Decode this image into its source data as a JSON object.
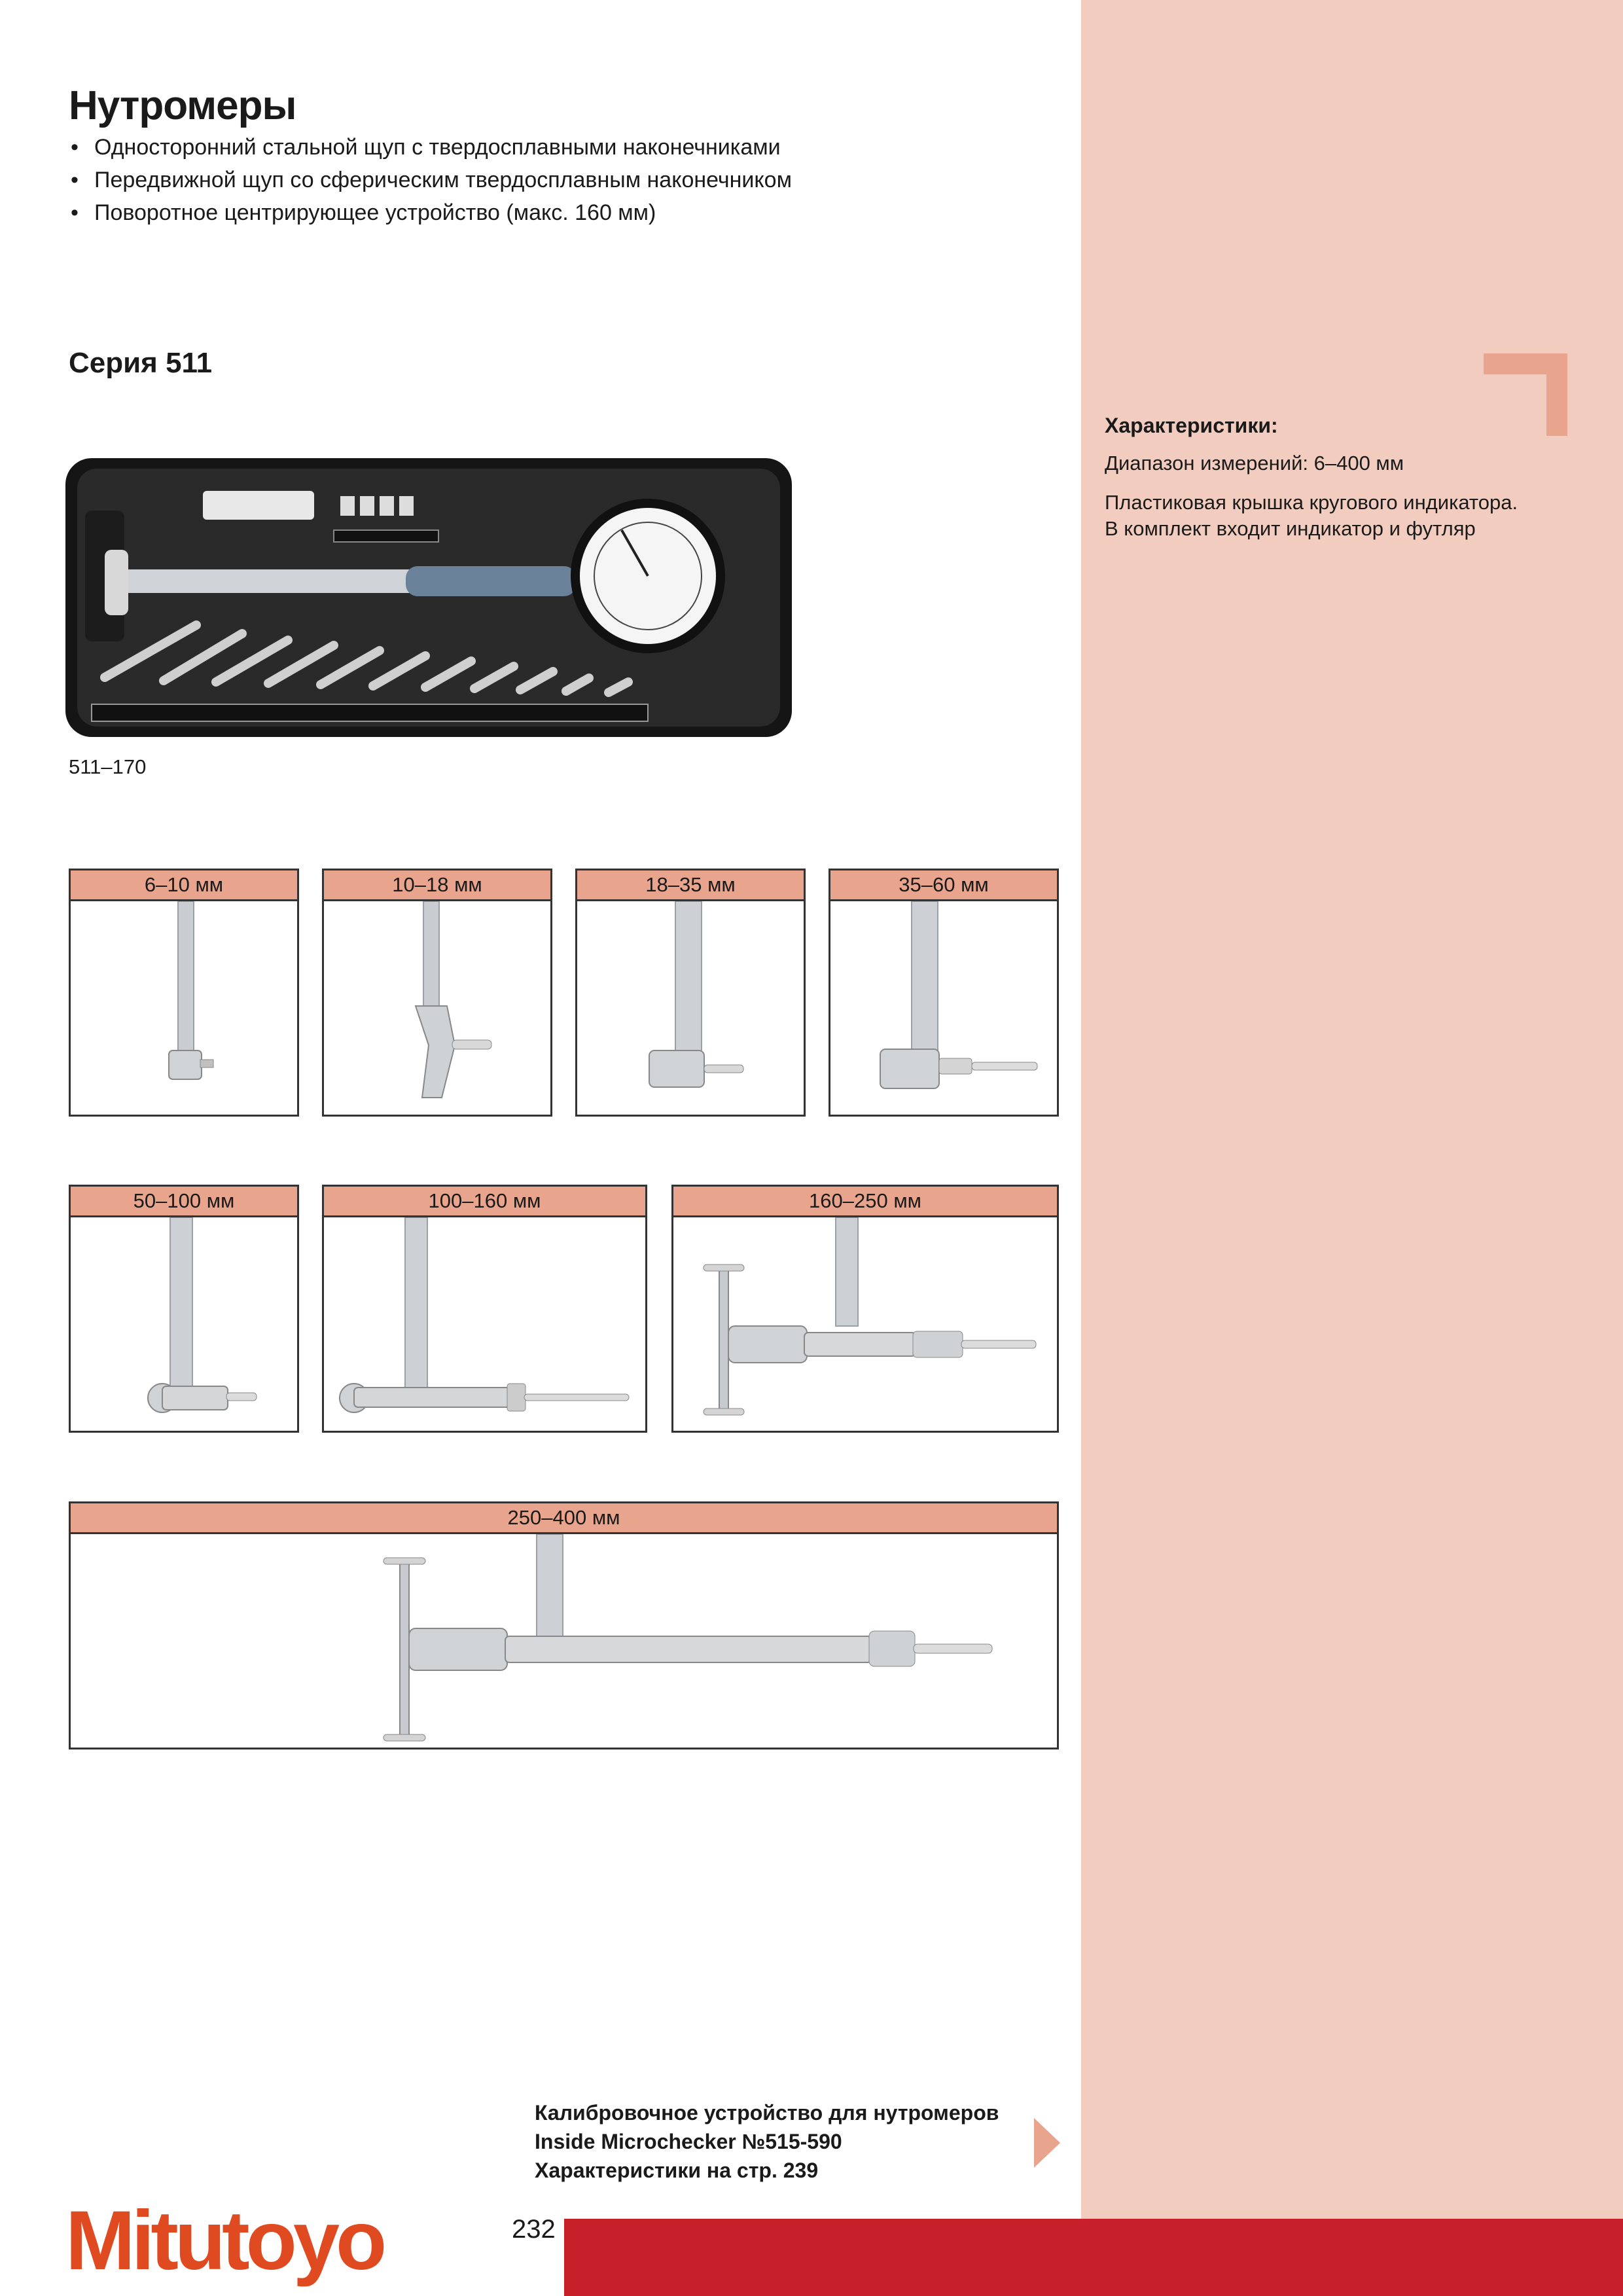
{
  "title": "Нутромеры",
  "features": [
    "Односторонний стальной щуп с твердосплавными наконечниками",
    "Передвижной щуп со сферическим твердосплавным наконечником",
    "Поворотное центрирующее устройство (макс. 160 мм)"
  ],
  "series_title": "Серия 511",
  "kit_image_label": "511–170",
  "specs": {
    "heading": "Характеристики:",
    "range": "Диапазон измерений:  6–400 мм",
    "cover_line1": "Пластиковая крышка кругового индикатора.",
    "cover_line2": "В комплект входит индикатор и футляр"
  },
  "ranges": [
    "6–10 мм",
    "10–18 мм",
    "18–35 мм",
    "35–60 мм",
    "50–100 мм",
    "100–160 мм",
    "160–250 мм",
    "250–400 мм"
  ],
  "calibration": {
    "line1": "Калибровочное устройство для нутромеров",
    "line2": "Inside Microchecker №515-590",
    "line3": "Характеристики на стр. 239"
  },
  "logo_text": "Mitutoyo",
  "page_number": "232",
  "colors": {
    "sidebar": "#f2cdbf",
    "header_cell": "#e8a48c",
    "brand": "#e04a20",
    "footer_bar": "#c8202a"
  }
}
